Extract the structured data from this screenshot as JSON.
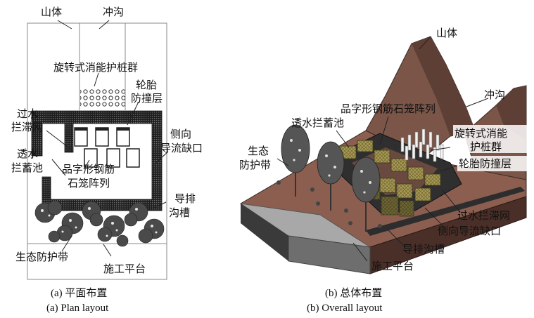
{
  "panel_a": {
    "labels": {
      "mountain": "山体",
      "gully": "冲沟",
      "pile_group": "旋转式消能护桩群",
      "tire_layer_l1": "轮胎",
      "tire_layer_l2": "防撞层",
      "overflow_net_l1": "过水",
      "overflow_net_l2": "拦滞网",
      "side_gap_l1": "侧向",
      "side_gap_l2": "导流缺口",
      "pond_l1": "透水",
      "pond_l2": "拦蓄池",
      "gabion_l1": "品字形钢筋",
      "gabion_l2": "石笼阵列",
      "drain_l1": "导排",
      "drain_l2": "沟槽",
      "eco_belt": "生态防护带",
      "platform": "施工平台"
    },
    "caption_cn": "(a) 平面布置",
    "caption_en": "(a) Plan layout"
  },
  "panel_b": {
    "labels": {
      "mountain": "山体",
      "gully": "冲沟",
      "gabion": "品字形钢筋石笼阵列",
      "pond": "透水拦蓄池",
      "eco_l1": "生态",
      "eco_l2": "防护带",
      "pile_l1": "旋转式消能",
      "pile_l2": "护桩群",
      "tire": "轮胎防撞层",
      "overflow_net": "过水拦滞网",
      "side_gap": "侧向导流缺口",
      "drain": "导排沟槽",
      "platform": "施工平台"
    },
    "caption_cn": "(b) 总体布置",
    "caption_en": "(b) Overall layout"
  },
  "colors": {
    "mountain": "#7a5548",
    "ground": "#8b5e50",
    "wall": "#2a2a2a",
    "gabion": "#a89a55",
    "platform": "#a8a8a8",
    "tree": "#555555"
  }
}
